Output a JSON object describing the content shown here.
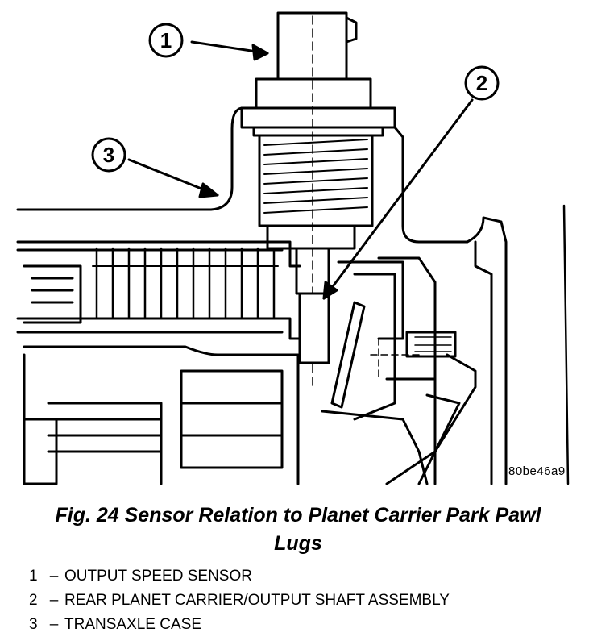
{
  "figure": {
    "image_code": "80be46a9",
    "callouts": [
      {
        "number": "1"
      },
      {
        "number": "2"
      },
      {
        "number": "3"
      }
    ]
  },
  "caption": {
    "line1": "Fig. 24 Sensor Relation to Planet Carrier Park Pawl",
    "line2": "Lugs"
  },
  "legend": [
    {
      "number": "1",
      "dash": "–",
      "label": "OUTPUT SPEED SENSOR"
    },
    {
      "number": "2",
      "dash": "–",
      "label": "REAR PLANET CARRIER/OUTPUT SHAFT ASSEMBLY"
    },
    {
      "number": "3",
      "dash": "–",
      "label": "TRANSAXLE CASE"
    }
  ]
}
